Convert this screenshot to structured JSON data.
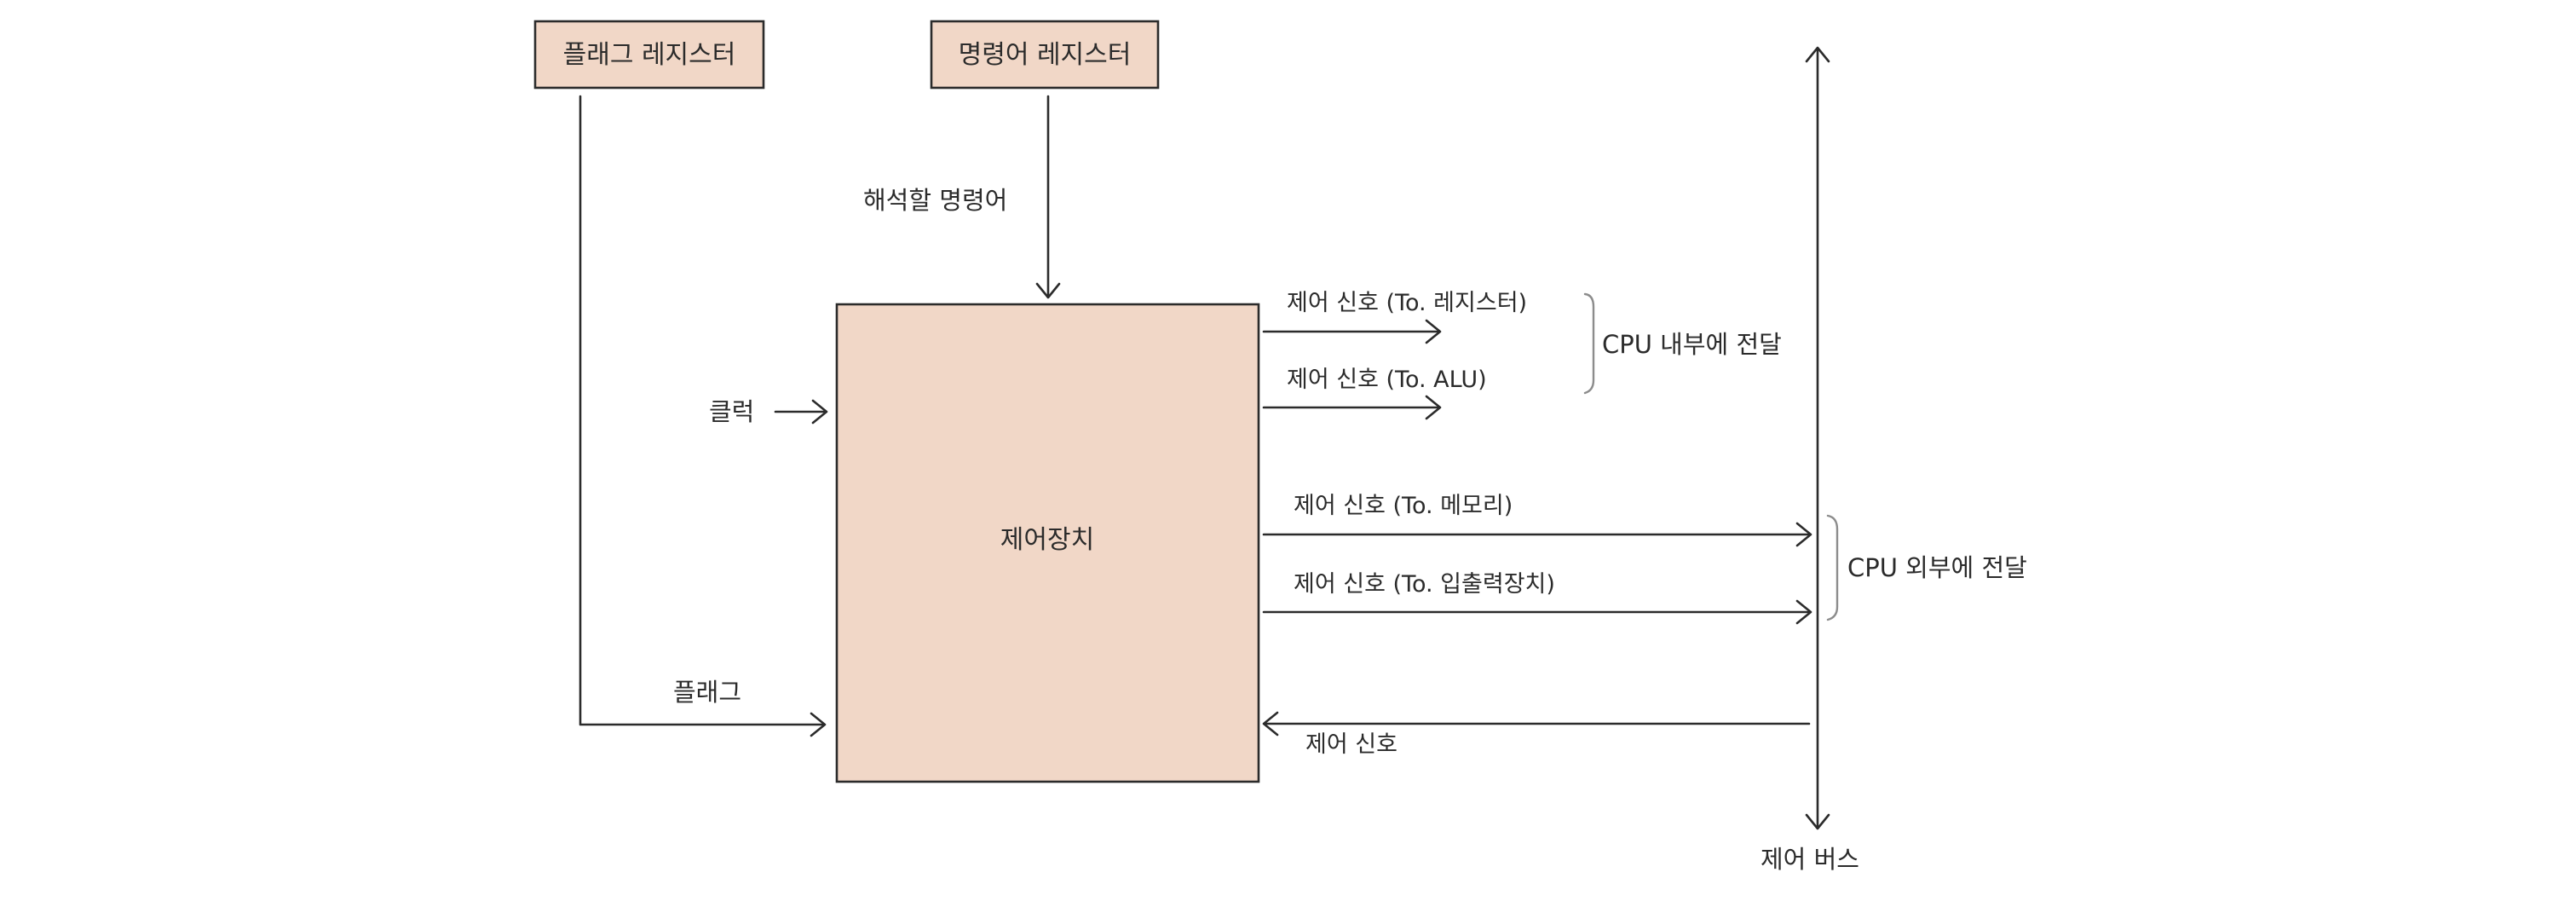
{
  "colors": {
    "box_fill": "#f1d7c7",
    "stroke": "#2b2b2b",
    "brace": "#8c8c8c"
  },
  "nodes": {
    "flag_register": "플래그 레지스터",
    "instruction_register": "명령어 레지스터",
    "control_unit": "제어장치"
  },
  "inputs": {
    "instruction_to_decode": "해석할 명령어",
    "clock": "클럭",
    "flag": "플래그",
    "control_signal_in": "제어 신호"
  },
  "outputs": {
    "to_register": "제어 신호 (To. 레지스터)",
    "to_alu": "제어 신호 (To. ALU)",
    "to_memory": "제어 신호 (To. 메모리)",
    "to_io": "제어 신호 (To. 입출력장치)"
  },
  "groups": {
    "cpu_internal": "CPU 내부에 전달",
    "cpu_external": "CPU 외부에 전달"
  },
  "bus": {
    "control_bus": "제어 버스"
  }
}
